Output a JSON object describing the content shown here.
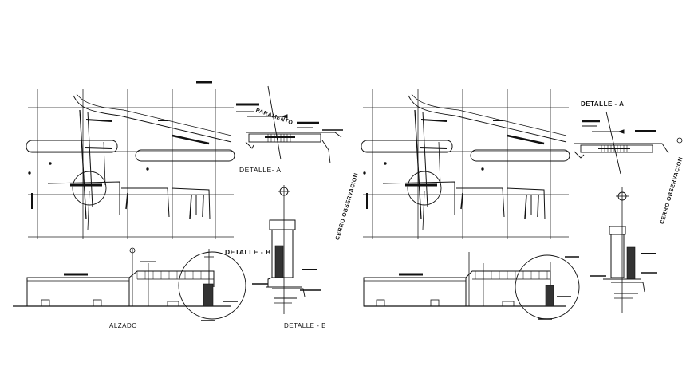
{
  "labels": {
    "detalle_a_left": "DETALLE- A",
    "detalle_b_left_top": "DETALLE - B",
    "detalle_b_left_bottom": "DETALLE - B",
    "alzado": "ALZADO",
    "paramento": "PARAMENTO",
    "vertical_left": "CERRO OBSERVACION",
    "detalle_a_right": "DETALLE - A",
    "vertical_right": "CERRO OBSERVACION"
  },
  "colors": {
    "line": "#111111",
    "grid": "#222222",
    "paper": "#ffffff"
  }
}
